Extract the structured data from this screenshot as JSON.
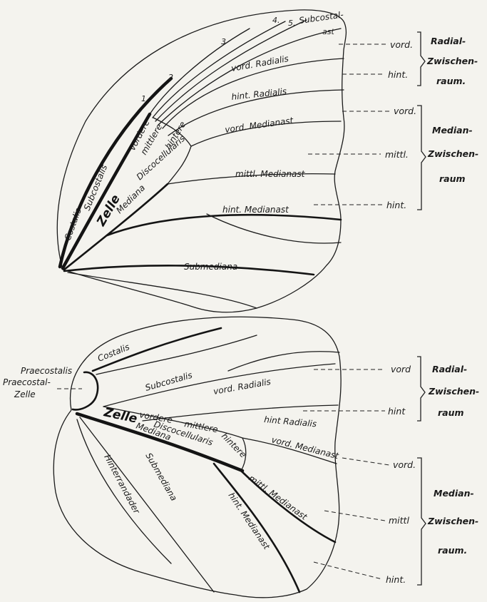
{
  "forewing": {
    "veins": {
      "costalis": "Costalis",
      "subcostalis": "Subcostalis",
      "subcostal_ast_1": "Subcostal-",
      "subcostal_ast_2": "ast",
      "vord_radialis": "vord. Radialis",
      "hint_radialis": "hint. Radialis",
      "vord_medianast": "vord. Medianast",
      "mittl_medianast": "mittl. Medianast",
      "hint_medianast": "hint. Medianast",
      "submediana": "Submediana",
      "mediana": "Mediana",
      "zelle": "Zelle",
      "vordere": "vordere",
      "mittlere": "mittlere",
      "hintere": "hintere",
      "discocellularis": "Discocellularis"
    },
    "branch_numbers": [
      "1.",
      "2",
      "3",
      "4.",
      "5."
    ],
    "side": {
      "radial_vord": "vord.",
      "radial_hint": "hint.",
      "radial_1": "Radial-",
      "radial_2": "Zwischen-",
      "radial_3": "raum.",
      "median_vord": "vord.",
      "median_mittl": "mittl.",
      "median_hint": "hint.",
      "median_1": "Median-",
      "median_2": "Zwischen-",
      "median_3": "raum"
    }
  },
  "hindwing": {
    "veins": {
      "praecostalis": "Praecostalis",
      "praecostal_zelle_1": "Praecostal-",
      "praecostal_zelle_2": "Zelle",
      "costalis": "Costalis",
      "subcostalis": "Subcostalis",
      "vord_radialis": "vord. Radialis",
      "hint_radialis": "hint Radialis",
      "zelle": "Zelle",
      "mediana": "Mediana",
      "vordere": "vordere",
      "mittlere": "mittlere",
      "hintere": "hintere",
      "discocellularis": "Discocellularis",
      "vord_medianast": "vord. Medianast",
      "mittl_medianast": "mittl. Medianast",
      "hint_medianast": "hint. Medianast",
      "submediana": "Submediana",
      "hinterrandader": "Hinterrandader"
    },
    "side": {
      "radial_vord": "vord",
      "radial_hint": "hint",
      "radial_1": "Radial-",
      "radial_2": "Zwischen-",
      "radial_3": "raum",
      "median_vord": "vord.",
      "median_mittl": "mittl",
      "median_hint": "hint.",
      "median_1": "Median-",
      "median_2": "Zwischen-",
      "median_3": "raum."
    }
  }
}
